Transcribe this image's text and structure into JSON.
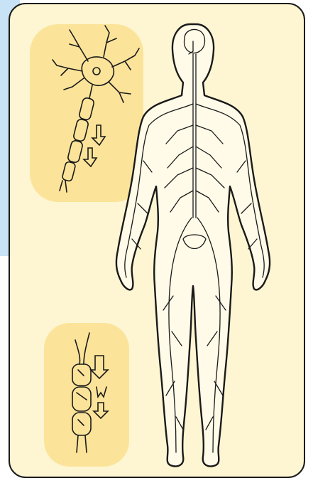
{
  "colors": {
    "background_panel": "#c7e3f5",
    "card_fill": "#fef6d2",
    "inset_fill": "#fbe49a",
    "ink": "#1a1a1a"
  },
  "figures": [
    {
      "name": "neuron-illustration",
      "icon": "neuron-icon"
    },
    {
      "name": "nerve-fiber-illustration",
      "icon": "nerve-fiber-icon"
    },
    {
      "name": "body-nervous-system-illustration",
      "icon": "human-body-icon"
    }
  ]
}
